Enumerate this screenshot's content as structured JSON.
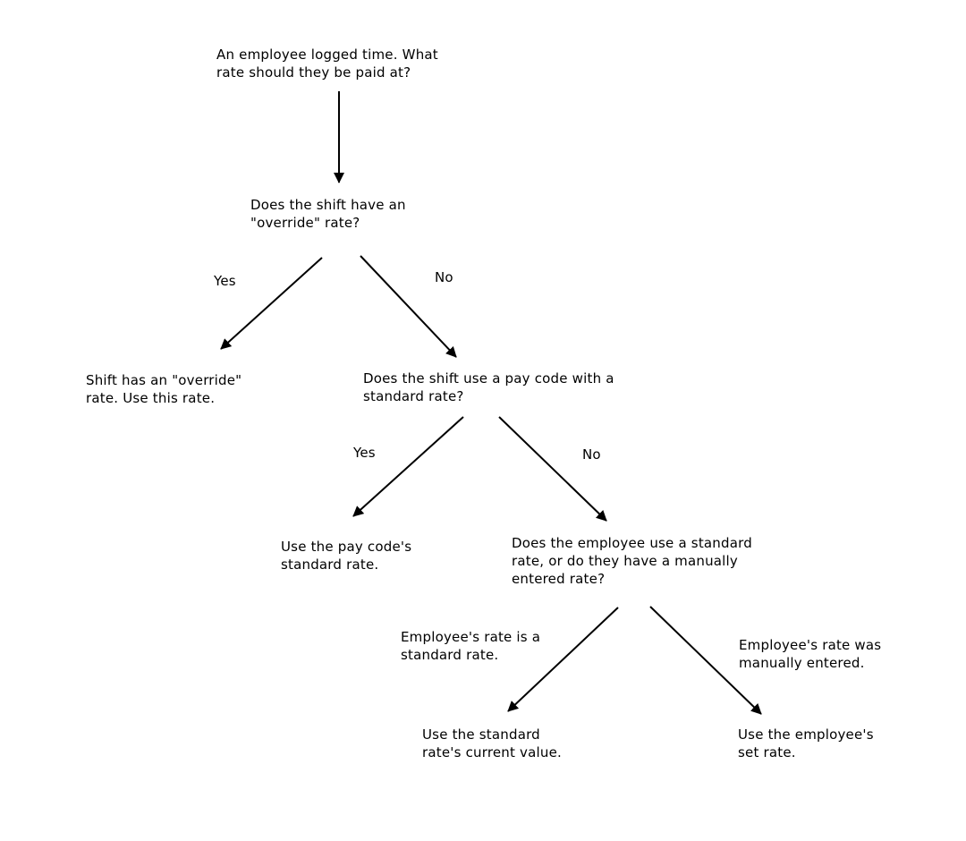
{
  "nodes": {
    "start": {
      "lines": [
        "An employee logged time. What",
        "rate should they be paid at?"
      ]
    },
    "override_question": {
      "lines": [
        "Does the shift have an",
        "\"override\" rate?"
      ]
    },
    "override_result": {
      "lines": [
        "Shift has an \"override\"",
        "rate. Use this rate."
      ]
    },
    "paycode_question": {
      "lines": [
        "Does the shift use a pay code with a",
        "standard rate?"
      ]
    },
    "paycode_result": {
      "lines": [
        "Use the pay code's",
        "standard rate."
      ]
    },
    "employee_question": {
      "lines": [
        "Does the employee use a standard",
        "rate, or do they have a manually",
        "entered rate?"
      ]
    },
    "standard_result": {
      "lines": [
        "Use the standard",
        "rate's current value."
      ]
    },
    "set_rate_result": {
      "lines": [
        "Use the employee's",
        "set rate."
      ]
    }
  },
  "edge_labels": {
    "override_yes": "Yes",
    "override_no": "No",
    "paycode_yes": "Yes",
    "paycode_no": "No",
    "employee_standard": {
      "lines": [
        "Employee's rate is a",
        "standard rate."
      ]
    },
    "employee_manual": {
      "lines": [
        "Employee's rate was",
        "manually entered."
      ]
    }
  }
}
